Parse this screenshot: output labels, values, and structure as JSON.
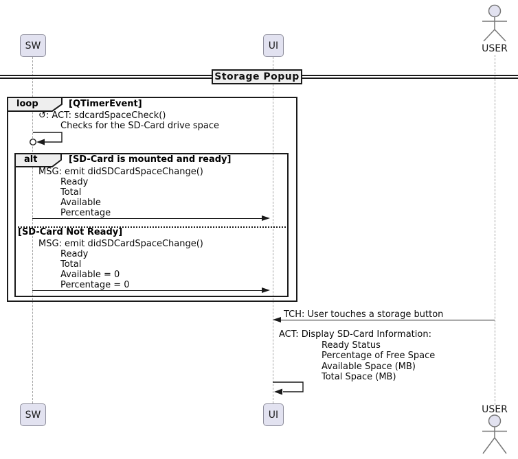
{
  "diagram_title": "Storage Popup",
  "participants": {
    "sw": {
      "label": "SW"
    },
    "ui": {
      "label": "UI"
    },
    "user": {
      "label": "USER"
    }
  },
  "fragments": {
    "loop": {
      "operator": "loop",
      "guard": "[QTimerEvent]"
    },
    "alt": {
      "operator": "alt",
      "guard_ready": "[SD-Card is mounted and ready]",
      "guard_not_ready": "[SD-Card Not Ready]"
    }
  },
  "messages": {
    "sdcard_check": {
      "icon": "↺",
      "text": ": ACT: sdcardSpaceCheck()",
      "detail": "Checks for the SD-Card drive space"
    },
    "space_change_ready": {
      "title": "MSG: emit didSDCardSpaceChange()",
      "params": [
        "Ready",
        "Total",
        "Available",
        "Percentage"
      ]
    },
    "space_change_not_ready": {
      "title": "MSG: emit didSDCardSpaceChange()",
      "params": [
        "Ready",
        "Total",
        "Available = 0",
        "Percentage = 0"
      ]
    },
    "touch": {
      "text": "TCH: User touches a storage button"
    },
    "display_info": {
      "title": "ACT: Display SD-Card Information:",
      "params": [
        "Ready Status",
        "Percentage of Free Space",
        "Available Space (MB)",
        "Total Space (MB)"
      ]
    }
  },
  "colors": {
    "participant_fill": "#E2E2F0",
    "participant_border": "#8E8E9C",
    "fragment_border": "#1a1a1a",
    "fragment_tab_fill": "#EEEEEE",
    "divider_fill": "#EEEEEE",
    "lifeline": "#A3A3A3",
    "actor_stroke": "#777777"
  }
}
